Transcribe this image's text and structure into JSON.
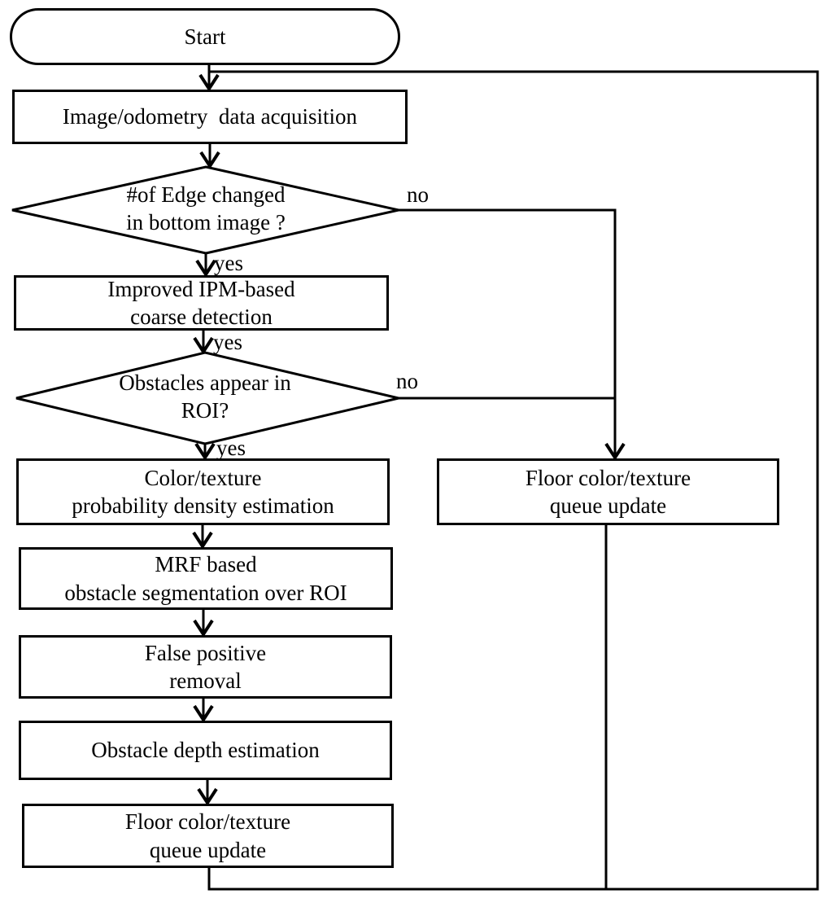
{
  "diagram": {
    "name": "obstacle-detection-flowchart",
    "colors": {
      "line": "#000000",
      "background": "#ffffff",
      "text": "#000000"
    },
    "nodes": {
      "start": {
        "type": "terminator",
        "label": "Start"
      },
      "acquisition": {
        "type": "process",
        "label": "Image/odometry  data acquisition"
      },
      "edge_changed": {
        "type": "decision",
        "label": "#of Edge changed\nin bottom image ?"
      },
      "ipm": {
        "type": "process",
        "label": "Improved IPM-based\ncoarse detection"
      },
      "obstacles_roi": {
        "type": "decision",
        "label": "Obstacles appear in\nROI?"
      },
      "color_texture": {
        "type": "process",
        "label": "Color/texture\nprobability density estimation"
      },
      "mrf": {
        "type": "process",
        "label": "MRF based\nobstacle segmentation over ROI"
      },
      "false_positive": {
        "type": "process",
        "label": "False positive\nremoval"
      },
      "depth": {
        "type": "process",
        "label": "Obstacle depth estimation"
      },
      "floor_queue_main": {
        "type": "process",
        "label": "Floor color/texture\nqueue update"
      },
      "floor_queue_side": {
        "type": "process",
        "label": "Floor color/texture\nqueue update"
      }
    },
    "edge_labels": {
      "edge_changed_no": "no",
      "edge_changed_yes": "yes",
      "ipm_yes": "yes",
      "obstacles_no": "no",
      "obstacles_yes": "yes"
    }
  }
}
